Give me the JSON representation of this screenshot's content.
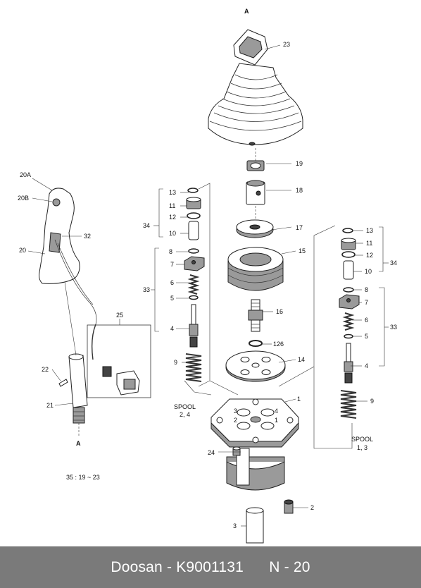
{
  "footer": {
    "title": "Doosan - K9001131",
    "page": "N - 20"
  },
  "labels": {
    "section_marker_top": "A",
    "section_marker_bottom": "A",
    "note": "35 : 19 ~ 23",
    "spool_left": [
      "SPOOL",
      "2, 4"
    ],
    "spool_right": [
      "SPOOL",
      "1, 3"
    ],
    "group_34": "34",
    "group_33": "33",
    "group_25": "25",
    "port_numbers": [
      "3",
      "4",
      "2",
      "1"
    ]
  },
  "callouts": {
    "p1": "1",
    "p2": "2",
    "p3": "3",
    "p4_left": "4",
    "p4_right": "4",
    "p5_left": "5",
    "p5_right": "5",
    "p6_left": "6",
    "p6_right": "6",
    "p7_left": "7",
    "p7_right": "7",
    "p8_left": "8",
    "p8_right": "8",
    "p9_left": "9",
    "p9_right": "9",
    "p10_left": "10",
    "p10_right": "10",
    "p11_left": "11",
    "p11_right": "11",
    "p12_left": "12",
    "p12_right": "12",
    "p13_left": "13",
    "p13_right": "13",
    "p14": "14",
    "p15": "15",
    "p16": "16",
    "p17": "17",
    "p18": "18",
    "p19": "19",
    "p20": "20",
    "p20a": "20A",
    "p20b": "20B",
    "p21": "21",
    "p22": "22",
    "p23": "23",
    "p24": "24",
    "p32": "32",
    "p126": "126"
  }
}
